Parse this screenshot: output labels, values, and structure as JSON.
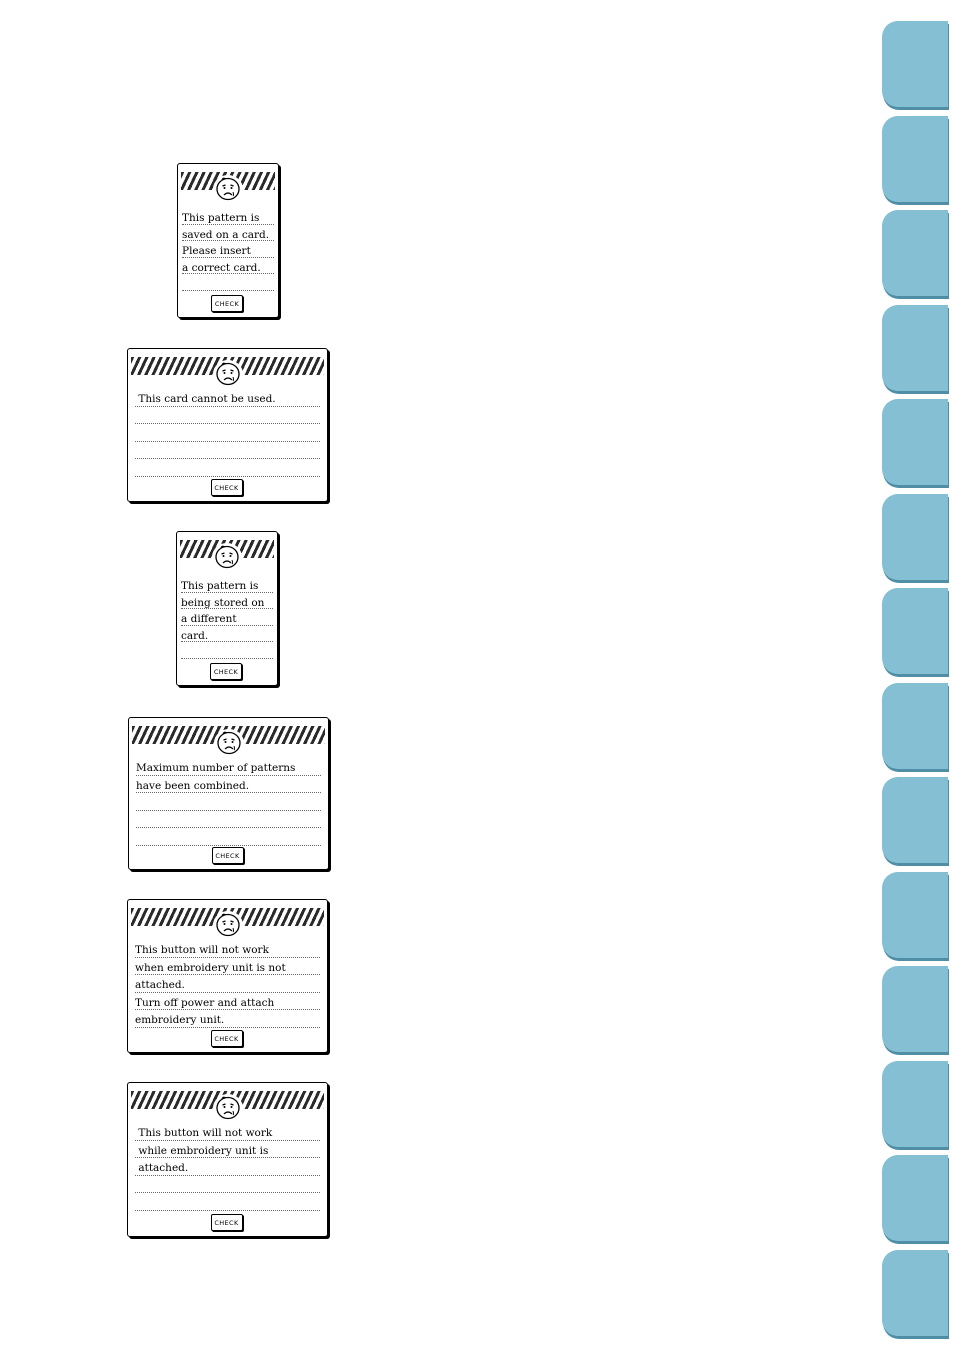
{
  "colors": {
    "tab_fill": "#85bfd3",
    "tab_shadow": "#4f8ea5"
  },
  "tab_count": 14,
  "dialogs": [
    {
      "id": "pattern-saved-on-card",
      "icon": "worried-face-icon",
      "lines": [
        "This pattern is",
        "saved on a card.",
        "Please insert",
        "a correct card.",
        ""
      ],
      "button_label": "CHECK"
    },
    {
      "id": "card-cannot-be-used",
      "icon": "worried-face-icon",
      "lines": [
        " This card cannot be used.",
        "",
        "",
        "",
        ""
      ],
      "button_label": "CHECK"
    },
    {
      "id": "pattern-stored-on-different-card",
      "icon": "worried-face-icon",
      "lines": [
        "This pattern is",
        "being stored on",
        "a different",
        "card.",
        ""
      ],
      "button_label": "CHECK"
    },
    {
      "id": "maximum-patterns-combined",
      "icon": "worried-face-icon",
      "lines": [
        "Maximum number of patterns",
        "have been combined.",
        "",
        "",
        ""
      ],
      "button_label": "CHECK"
    },
    {
      "id": "embroidery-unit-not-attached",
      "icon": "worried-face-icon",
      "lines": [
        "This button will not work",
        "when embroidery unit is not",
        "attached.",
        "Turn off power and attach",
        "embroidery unit."
      ],
      "button_label": "CHECK"
    },
    {
      "id": "embroidery-unit-attached",
      "icon": "worried-face-icon",
      "lines": [
        " This button will not work",
        " while embroidery unit is",
        " attached.",
        "",
        ""
      ],
      "button_label": "CHECK"
    }
  ]
}
